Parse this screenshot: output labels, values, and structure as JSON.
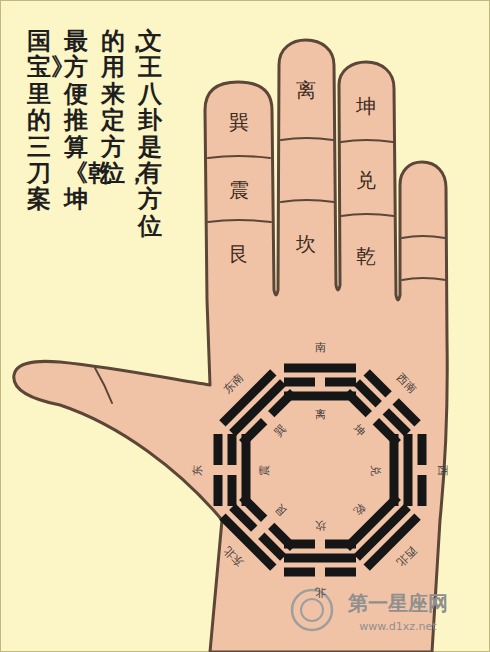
{
  "diagram": {
    "labels": [
      "文王八卦是有方位",
      "的，用来定方位，",
      "最方便推算《乾坤",
      "国宝》里的三刀案",
      "巽",
      "震",
      "艮",
      "离",
      "坎",
      "坤",
      "兑",
      "乾",
      "南",
      "离",
      "西南",
      "坤",
      "西",
      "兑",
      "西北",
      "乾",
      "北",
      "坎",
      "东北",
      "艮",
      "东",
      "震",
      "东南",
      "巽",
      "第一星座网",
      "www.d1xz.net"
    ]
  }
}
